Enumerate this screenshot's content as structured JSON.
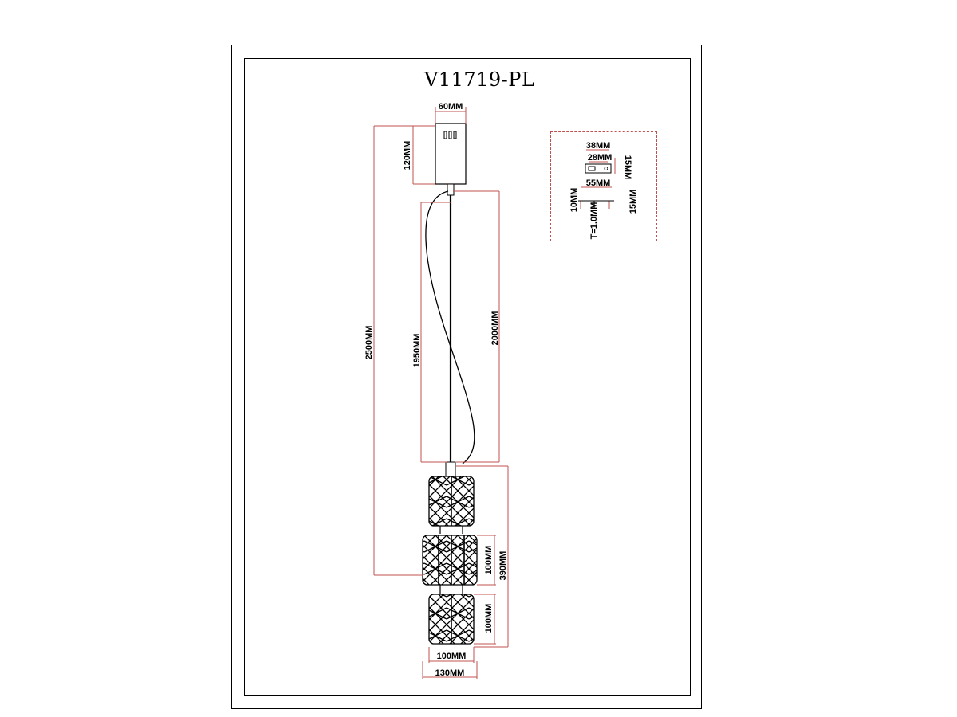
{
  "title": "V11719-PL",
  "colors": {
    "dimension_line": "#c0504d",
    "outline": "#000000"
  },
  "dimensions": {
    "canopy_width": "60MM",
    "canopy_height": "120MM",
    "total_height": "2500MM",
    "cable_length": "1950MM",
    "rod_length": "2000MM",
    "shade_height_1": "100MM",
    "shade_height_2": "100MM",
    "shades_total_height": "390MM",
    "shade_inner_width": "100MM",
    "shade_outer_width": "130MM"
  },
  "detail": {
    "width_top": "38MM",
    "width_inner": "28MM",
    "height_right": "15MM",
    "width_bottom": "55MM",
    "height_left": "10MM",
    "height_small": "15MM",
    "thickness": "T=1.0MM"
  }
}
